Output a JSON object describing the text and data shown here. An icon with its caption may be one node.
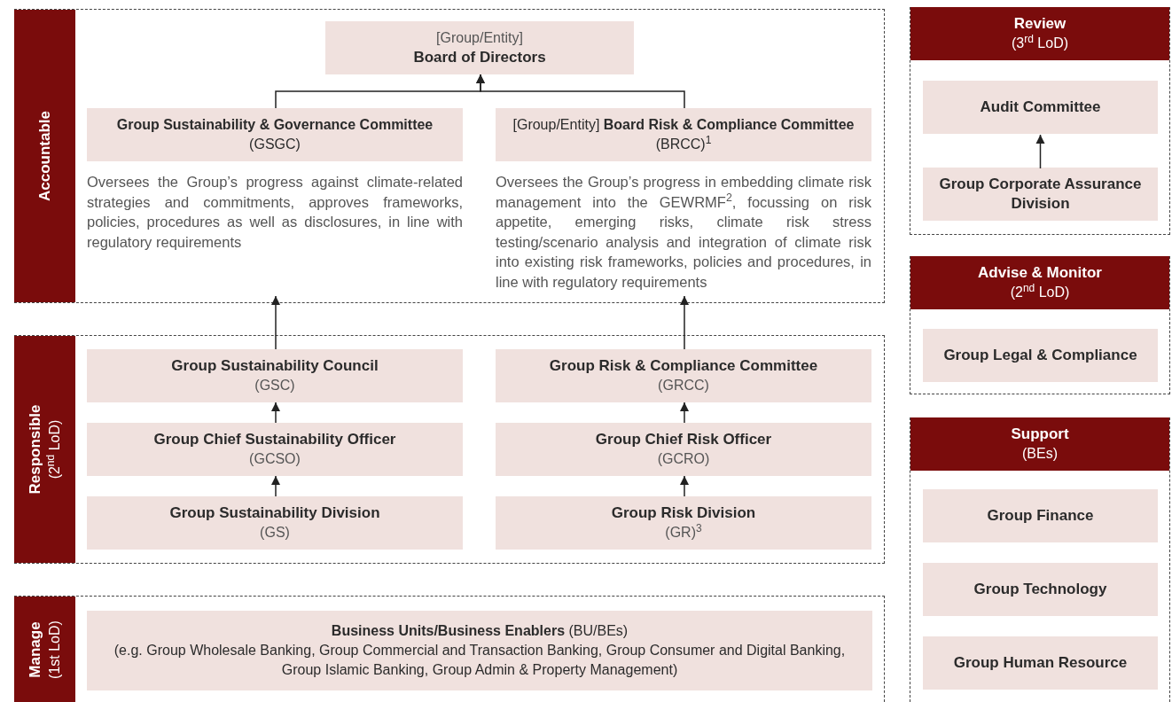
{
  "diagram": {
    "nodes": [
      {
        "text": [
          "Accountable"
        ]
      },
      {
        "text": [
          "[Group/Entity]",
          "Board of Directors"
        ],
        "in": 0
      },
      {
        "text": [
          "**Group Sustainability & Governance Committee** (GSGC)"
        ],
        "in": 0,
        "beside": [
          "Oversees the Group’s progress against climate-related strategies and commitments, approves frameworks, policies, procedures as well as disclosures, in line with regulatory requirements"
        ]
      },
      {
        "text": [
          "[Group/Entity] **Board Risk & Compliance Committee** (BRCC)$^{1}$"
        ],
        "in": 0,
        "beside": [
          "Oversees the Group’s progress in embedding climate risk management into the GEWRMF$^{2}$, focussing on risk appetite, emerging risks, climate risk stress testing/scenario analysis and integration of climate risk into existing risk frameworks, policies and procedures, in line with regulatory requirements"
        ]
      },
      {
        "text": [
          "Responsible",
          "(2$^{nd}$ LoD)"
        ]
      },
      {
        "text": [
          "Group Sustainability Council",
          "(GSC)"
        ],
        "in": 4
      },
      {
        "text": [
          "Group Risk & Compliance Committee",
          "(GRCC)"
        ],
        "in": 4
      },
      {
        "text": [
          "Group Chief Sustainability Officer",
          "(GCSO)"
        ],
        "in": 4
      },
      {
        "text": [
          "Group Chief Risk Officer",
          "(GCRO)"
        ],
        "in": 4
      },
      {
        "text": [
          "Group Sustainability Division",
          "(GS)"
        ],
        "in": 4
      },
      {
        "text": [
          "Group Risk Division",
          "(GR)$^{3}$"
        ],
        "in": 4
      },
      {
        "text": [
          "Manage",
          "(1st LoD)"
        ]
      },
      {
        "text": [
          "**Business Units/Business Enablers** (BU/BEs)",
          "(e.g. Group Wholesale Banking, Group Commercial and Transaction Banking, Group Consumer and Digital Banking, Group Islamic Banking, Group Admin & Property Management)"
        ],
        "in": 11
      },
      {
        "text": [
          "Review",
          "(3$^{rd}$ LoD)"
        ]
      },
      {
        "text": [
          "Audit Committee"
        ],
        "in": 13
      },
      {
        "text": [
          "Group Corporate Assurance Division"
        ],
        "in": 13
      },
      {
        "text": [
          "Advise & Monitor",
          "(2$^{nd}$ LoD)"
        ]
      },
      {
        "text": [
          "Group Legal & Compliance"
        ],
        "in": 16
      },
      {
        "text": [
          "Support",
          "(BEs)"
        ]
      },
      {
        "text": [
          "Group Finance"
        ],
        "in": 18
      },
      {
        "text": [
          "Group Technology"
        ],
        "in": 18
      },
      {
        "text": [
          "Group Human Resource"
        ],
        "in": 18
      }
    ],
    "edges": [
      {
        "from": 2,
        "to": 1,
        "arrow": "to"
      },
      {
        "from": 3,
        "to": 1,
        "arrow": "to"
      },
      {
        "from": 5,
        "to": 2,
        "arrow": "to"
      },
      {
        "from": 6,
        "to": 3,
        "arrow": "to"
      },
      {
        "from": 7,
        "to": 5,
        "arrow": "to"
      },
      {
        "from": 9,
        "to": 7,
        "arrow": "to"
      },
      {
        "from": 8,
        "to": 6,
        "arrow": "to"
      },
      {
        "from": 10,
        "to": 8,
        "arrow": "to"
      },
      {
        "from": 15,
        "to": 14,
        "arrow": "to"
      }
    ]
  }
}
